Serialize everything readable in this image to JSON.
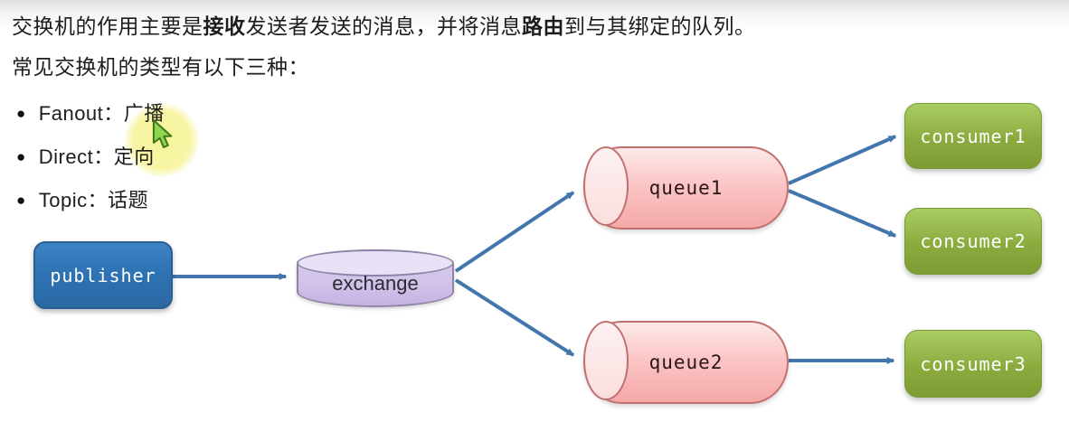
{
  "intro": {
    "line1_p1": "交换机的作用主要是",
    "line1_b1": "接收",
    "line1_p2": "发送者发送的消息，并将消息",
    "line1_b2": "路由",
    "line1_p3": "到与其绑定的队列。",
    "line2": "常见交换机的类型有以下三种："
  },
  "glyphs": {
    "bullet": "●"
  },
  "bullets": [
    {
      "text": "Fanout：广播"
    },
    {
      "text": "Direct：定向"
    },
    {
      "text": "Topic：话题"
    }
  ],
  "diagram": {
    "publisher_label": "publisher",
    "exchange_label": "exchange",
    "queue1_label": "queue1",
    "queue2_label": "queue2",
    "consumer1_label": "consumer1",
    "consumer2_label": "consumer2",
    "consumer3_label": "consumer3"
  },
  "colors": {
    "arrow_blue": "#4276ad",
    "publisher_blue": "#2e73b4",
    "exchange_purple": "#d2c3ea",
    "queue_pink": "#fbc6c6",
    "consumer_green": "#8cab3f",
    "highlight_yellow": "#f6f39a",
    "cursor_green": "#8ed44e"
  }
}
